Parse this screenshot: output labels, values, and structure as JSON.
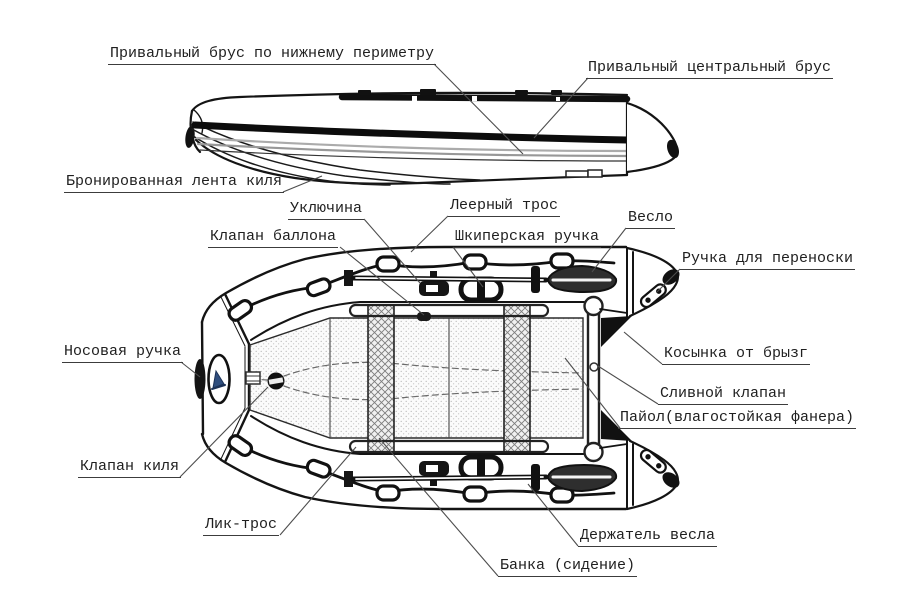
{
  "figure": {
    "kind": "inflatable-boat-parts-diagram",
    "language": "ru"
  },
  "colors": {
    "background": "#ffffff",
    "ink": "#1a1a1a",
    "leader": "#4d4d4d",
    "gray_rail": "#a8a8a8",
    "floor_fill": "#f6f6f6",
    "logo_blue": "#2f4e7e"
  },
  "labels": [
    {
      "id": "rub-rail-lower",
      "text": "Привальный брус по нижнему периметру"
    },
    {
      "id": "rub-rail-central",
      "text": "Привальный центральный брус"
    },
    {
      "id": "keel-guard-strip",
      "text": "Бронированная лента киля"
    },
    {
      "id": "rowlock",
      "text": "Уключина"
    },
    {
      "id": "grab-rope",
      "text": "Леерный трос"
    },
    {
      "id": "tube-valve",
      "text": "Клапан баллона"
    },
    {
      "id": "skipper-handle",
      "text": "Шкиперская ручка"
    },
    {
      "id": "oar",
      "text": "Весло"
    },
    {
      "id": "carry-handle",
      "text": "Ручка для переноски"
    },
    {
      "id": "bow-handle",
      "text": "Носовая ручка"
    },
    {
      "id": "spray-gusset",
      "text": "Косынка от брызг"
    },
    {
      "id": "drain-valve",
      "text": "Сливной клапан"
    },
    {
      "id": "floor-board",
      "text": "Пайол(влагостойкая фанера)"
    },
    {
      "id": "keel-valve",
      "text": "Клапан киля"
    },
    {
      "id": "liktros",
      "text": "Лик-трос"
    },
    {
      "id": "oar-holder",
      "text": "Держатель весла"
    },
    {
      "id": "seat",
      "text": "Банка (сидение)"
    }
  ]
}
